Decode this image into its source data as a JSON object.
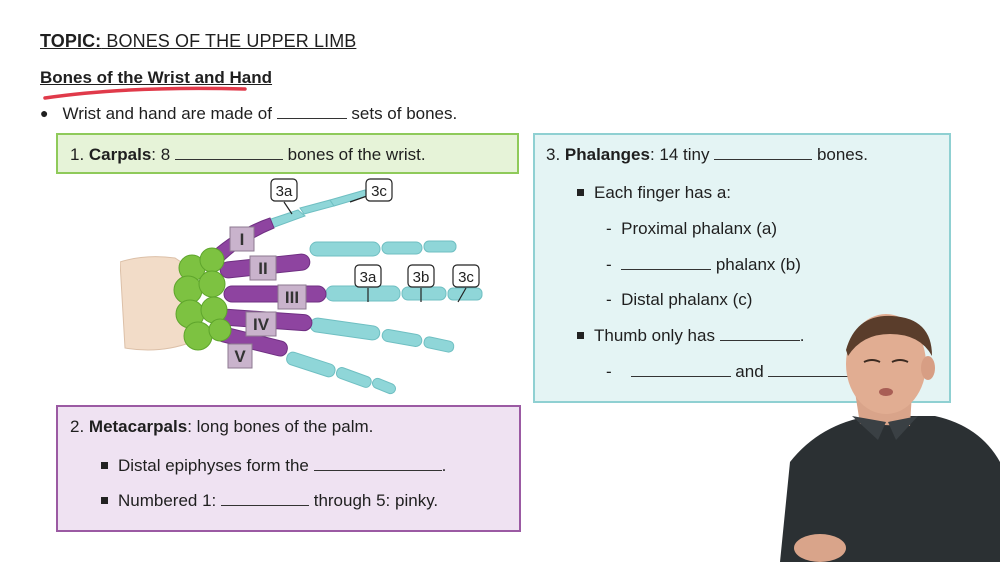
{
  "header": {
    "topic_label": "TOPIC:",
    "topic_text": " BONES OF THE UPPER LIMB",
    "subtitle": "Bones of the Wrist and Hand"
  },
  "intro": {
    "before": "Wrist and hand are made of ",
    "after": " sets of bones."
  },
  "carpals": {
    "number": "1. ",
    "title": "Carpals",
    "before": ": 8 ",
    "after": " bones of the wrist."
  },
  "metacarpals": {
    "number": "2. ",
    "title": "Metacarpals",
    "desc": ": long bones of the palm.",
    "b1_before": "Distal epiphyses form the ",
    "b1_after": ".",
    "b2_before": "Numbered 1: ",
    "b2_after": " through 5: pinky."
  },
  "phalanges": {
    "number": "3. ",
    "title": "Phalanges",
    "before": ": 14 tiny ",
    "after": " bones.",
    "finger_header": "Each finger has a:",
    "proximal": "Proximal phalanx (a)",
    "middle_after": " phalanx (b)",
    "distal": "Distal phalanx (c)",
    "thumb_before": "Thumb only has ",
    "thumb_after": ".",
    "and_word": " and "
  },
  "dash": "-",
  "diagram": {
    "metacarpal_labels": [
      "I",
      "II",
      "III",
      "IV",
      "V"
    ],
    "phalanx_labels": [
      "3a",
      "3c",
      "3a",
      "3b",
      "3c"
    ]
  },
  "colors": {
    "carpal": "#7dc241",
    "metacarpal": "#8e44a0",
    "phalanx": "#8fd6d8",
    "forearm": "#f2dcc8"
  }
}
